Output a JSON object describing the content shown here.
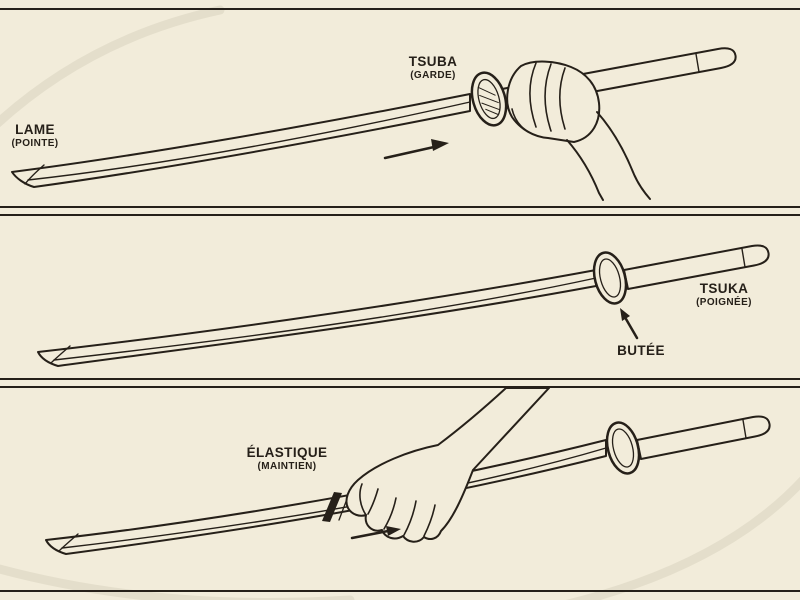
{
  "colors": {
    "paper": "#f2ecda",
    "ink": "#262019",
    "faint_stroke": "#ded8c5"
  },
  "panels": {
    "top": {
      "tsuba_label": "TSUBA",
      "tsuba_sublabel": "(GARDE)",
      "lame_label": "LAME",
      "lame_sublabel": "(POINTE)"
    },
    "middle": {
      "tsuka_label": "TSUKA",
      "tsuka_sublabel": "(POIGNÉE)",
      "butee_label": "BUTÉE"
    },
    "bottom": {
      "elastique_label": "ÉLASTIQUE",
      "elastique_sublabel": "(MAINTIEN)"
    }
  }
}
